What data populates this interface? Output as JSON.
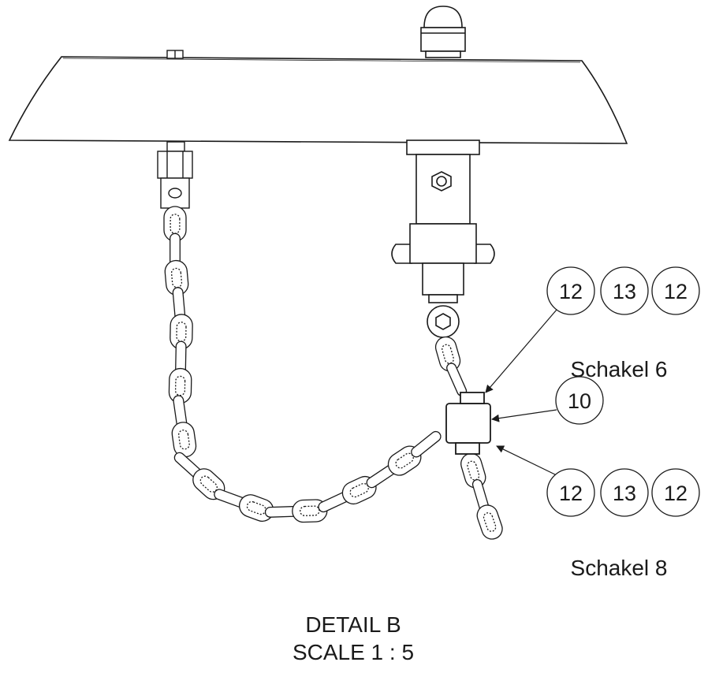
{
  "balloons_top": [
    "12",
    "13",
    "12"
  ],
  "balloon_middle": "10",
  "balloons_bottom": [
    "12",
    "13",
    "12"
  ],
  "labels": {
    "upper": "Schakel 6",
    "lower": "Schakel 8"
  },
  "caption": {
    "line1": "DETAIL B",
    "line2": "SCALE 1 : 5"
  },
  "colors": {
    "line": "#1a1a1a",
    "background": "#ffffff"
  }
}
